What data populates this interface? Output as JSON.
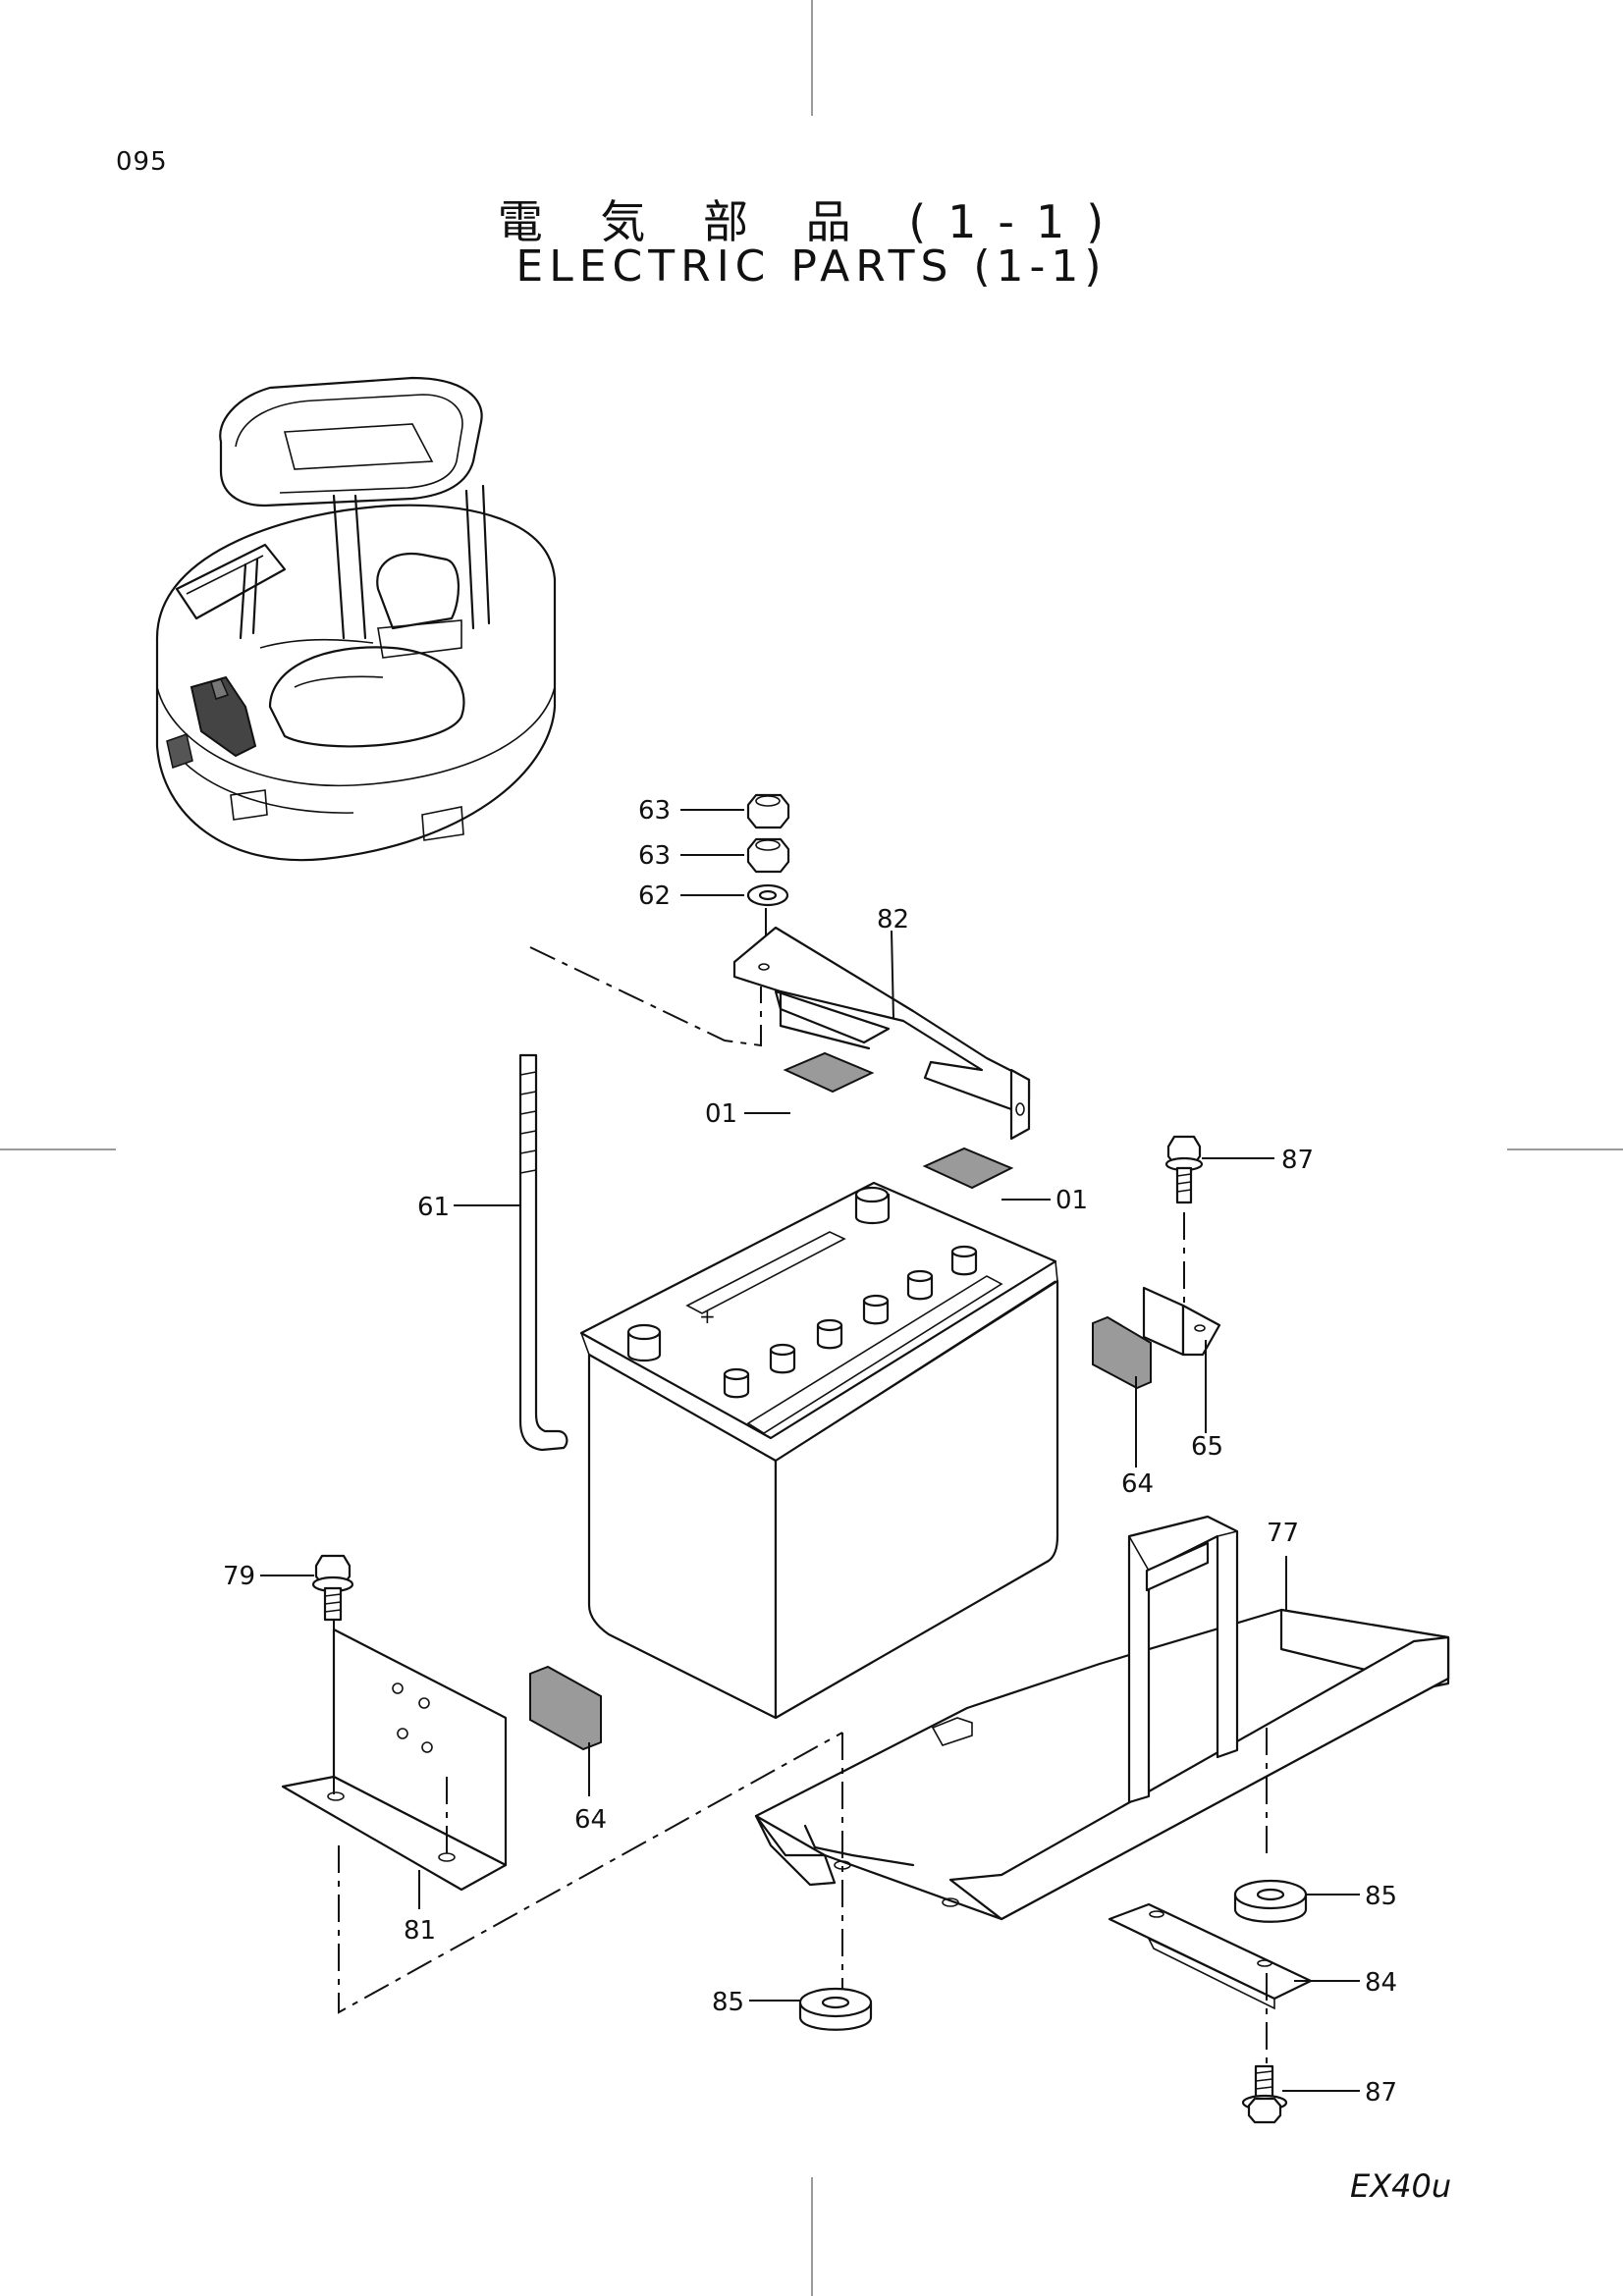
{
  "page": {
    "page_number": "095",
    "title_jp": "電 気 部 品 (1-1)",
    "title_en": "ELECTRIC PARTS (1-1)",
    "model": "EX40u"
  },
  "callouts": [
    {
      "id": "c63a",
      "label": "63"
    },
    {
      "id": "c63b",
      "label": "63"
    },
    {
      "id": "c62",
      "label": "62"
    },
    {
      "id": "c82",
      "label": "82"
    },
    {
      "id": "c01a",
      "label": "01"
    },
    {
      "id": "c01b",
      "label": "01"
    },
    {
      "id": "c61",
      "label": "61"
    },
    {
      "id": "c87a",
      "label": "87"
    },
    {
      "id": "c65",
      "label": "65"
    },
    {
      "id": "c64a",
      "label": "64"
    },
    {
      "id": "c77",
      "label": "77"
    },
    {
      "id": "c79",
      "label": "79"
    },
    {
      "id": "c64b",
      "label": "64"
    },
    {
      "id": "c81",
      "label": "81"
    },
    {
      "id": "c85a",
      "label": "85"
    },
    {
      "id": "c85b",
      "label": "85"
    },
    {
      "id": "c84",
      "label": "84"
    },
    {
      "id": "c87b",
      "label": "87"
    }
  ]
}
